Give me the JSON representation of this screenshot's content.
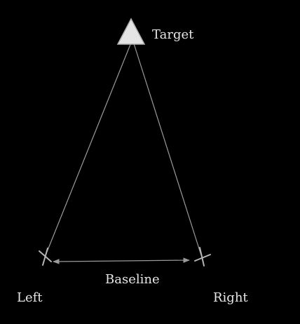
{
  "labels": {
    "target": "Target",
    "baseline": "Baseline",
    "left": "Left",
    "right": "Right"
  },
  "colors": {
    "background": "#000000",
    "line": "#9a9a9a",
    "triangle_fill": "#e4e4e4",
    "triangle_stroke": "#b0b0b0",
    "text": "#e6e6e6"
  },
  "icons": {
    "target": "triangle-marker-icon",
    "left": "cross-marker-icon",
    "right": "cross-marker-icon"
  }
}
